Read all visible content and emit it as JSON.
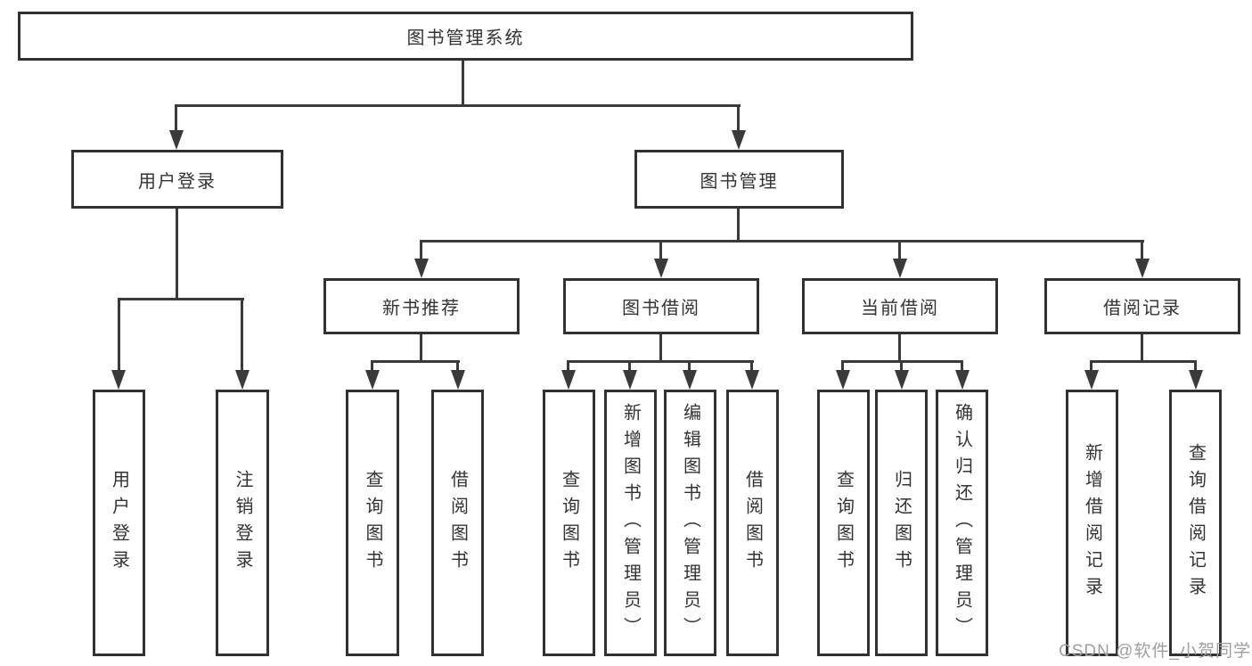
{
  "diagram": {
    "title": "图书管理系统",
    "watermark": "CSDN @软件_小贺同学",
    "colors": {
      "line": "#3a3a3a",
      "box_border": "#323232",
      "text": "#333333",
      "watermark_text": "#9f9f9f",
      "background": "#ffffff"
    },
    "tree": {
      "label": "图书管理系统",
      "children": [
        {
          "label": "用户登录",
          "children": [
            {
              "label": "用户登录"
            },
            {
              "label": "注销登录"
            }
          ]
        },
        {
          "label": "图书管理",
          "children": [
            {
              "label": "新书推荐",
              "children": [
                {
                  "label": "查询图书"
                },
                {
                  "label": "借阅图书"
                }
              ]
            },
            {
              "label": "图书借阅",
              "children": [
                {
                  "label": "查询图书"
                },
                {
                  "label": "新增图书（管理员）"
                },
                {
                  "label": "编辑图书（管理员）"
                },
                {
                  "label": "借阅图书"
                }
              ]
            },
            {
              "label": "当前借阅",
              "children": [
                {
                  "label": "查询图书"
                },
                {
                  "label": "归还图书"
                },
                {
                  "label": "确认归还（管理员）"
                }
              ]
            },
            {
              "label": "借阅记录",
              "children": [
                {
                  "label": "新增借阅记录"
                },
                {
                  "label": "查询借阅记录"
                }
              ]
            }
          ]
        }
      ]
    }
  }
}
